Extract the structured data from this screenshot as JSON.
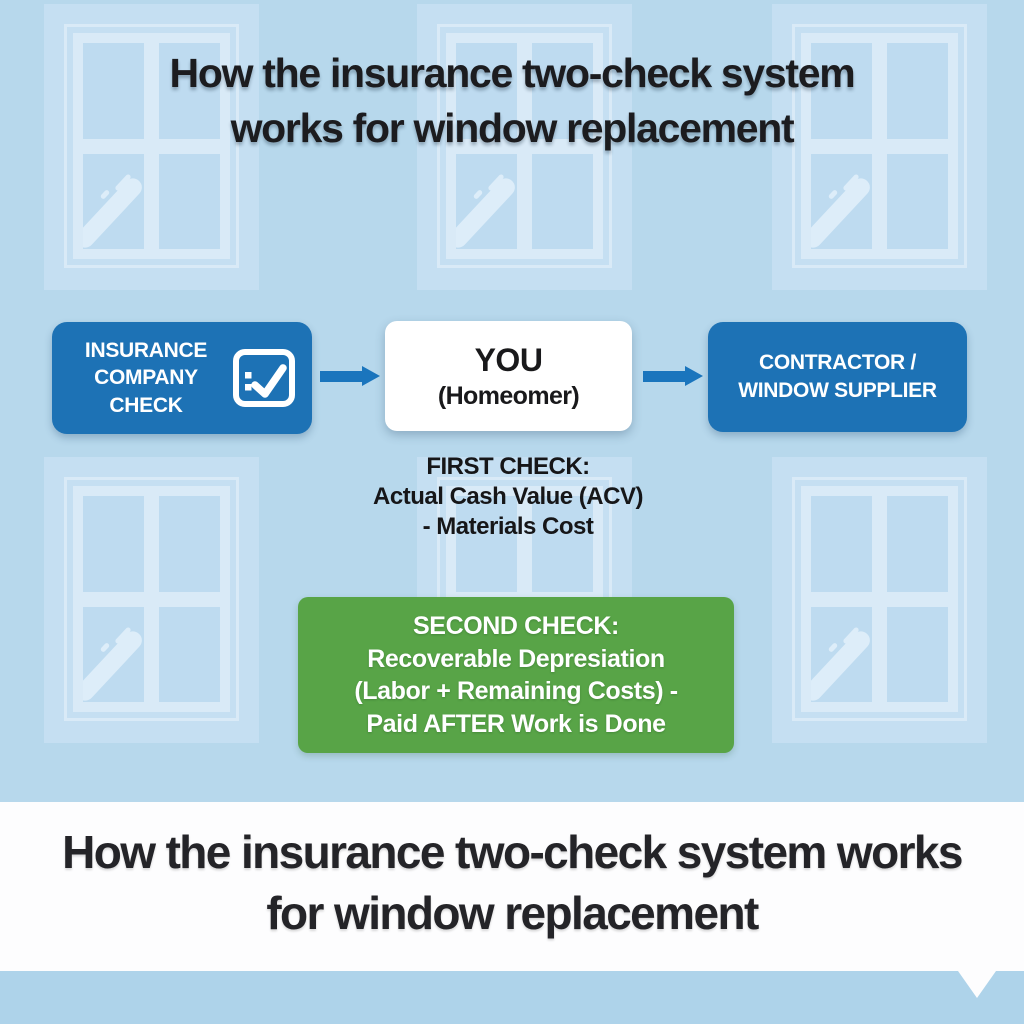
{
  "title_top": {
    "line1": "How the insurance two-check system",
    "line2": "works for window replacement"
  },
  "flow": {
    "insurance_box": {
      "line1": "INSURANCE",
      "line2": "COMPANY",
      "line3": "CHECK",
      "icon": "checklist-checkbox-icon"
    },
    "you_box": {
      "title": "YOU",
      "subtitle": "(Homeomer)"
    },
    "contractor_box": {
      "line1": "CONTRACTOR /",
      "line2": "WINDOW SUPPLIER"
    }
  },
  "first_check": {
    "line1": "FIRST CHECK:",
    "line2": "Actual Cash Value (ACV)",
    "line3": "- Materials Cost"
  },
  "second_check": {
    "line1": "SECOND CHECK:",
    "line2": "Recoverable Depresiation",
    "line3": "(Labor + Remaining Costs) -",
    "line4": "Paid AFTER Work is Done"
  },
  "title_bottom": {
    "line1": "How the insurance two-check system works",
    "line2": "for window replacement"
  },
  "colors": {
    "background_blue": "#b7d8ec",
    "box_blue": "#1d72b5",
    "arrow_blue": "#1a75bd",
    "second_check_green": "#58a447",
    "bottom_strip_blue": "#aed3ea",
    "title_text_dark": "#1c1c1f",
    "text_white": "#ffffff"
  }
}
